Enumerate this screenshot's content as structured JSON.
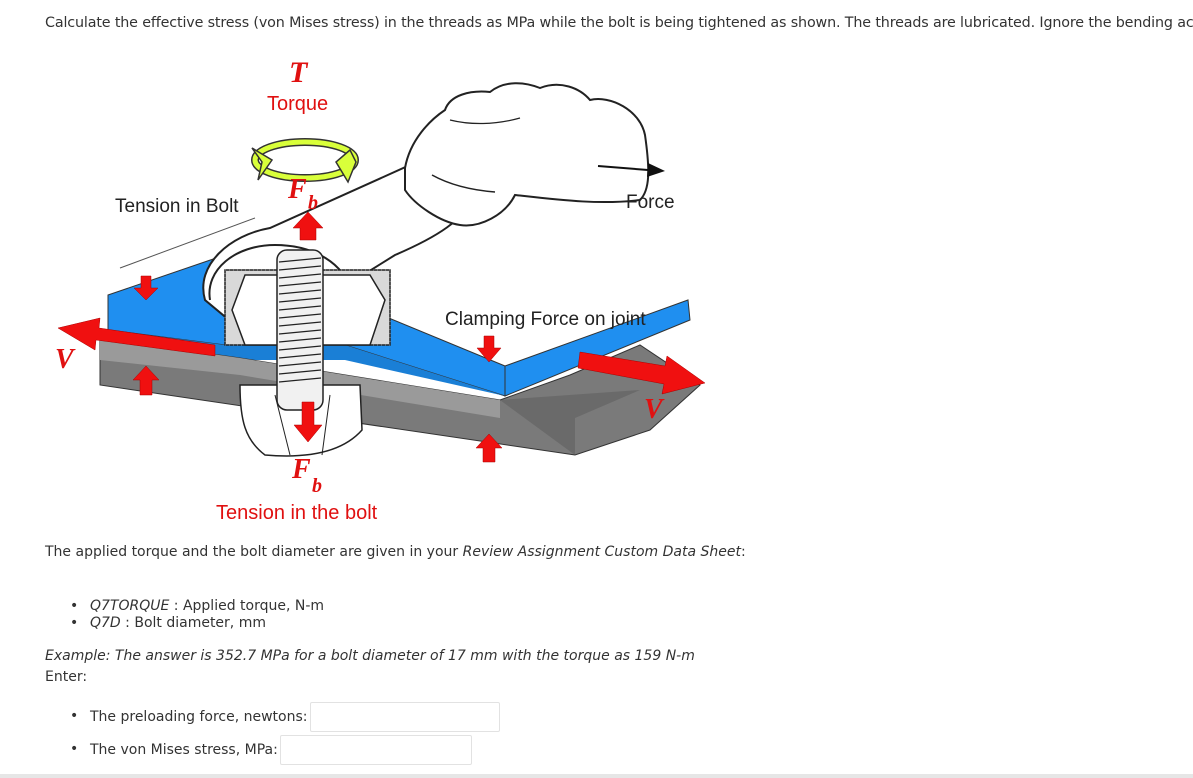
{
  "question": "Calculate the effective stress (von Mises stress) in the threads as MPa while the bolt is being tightened as shown. The threads are lubricated. Ignore the bending action.",
  "figure": {
    "torque_symbol": "T",
    "torque_label": "Torque",
    "tension_in_bolt_label": "Tension in Bolt",
    "force_label": "Force",
    "clamping_label": "Clamping Force on joint",
    "fb_letter": "F",
    "fb_sub": "b",
    "v_letter": "V",
    "tension_bottom_label": "Tension in the bolt"
  },
  "intro": {
    "before": "The applied torque and the bolt diameter are given in your ",
    "emphasis": "Review Assignment Custom Data Sheet",
    "after": ":"
  },
  "data_items": [
    {
      "name": "Q7TORQUE",
      "desc": " : Applied torque, N-m"
    },
    {
      "name": "Q7D",
      "desc": " : Bolt diameter, mm"
    }
  ],
  "example": "Example: The answer is 352.7 MPa for a bolt diameter of 17 mm with the torque as 159 N-m",
  "enter_label": "Enter:",
  "answers": {
    "preload_label": "The preloading force, newtons:",
    "preload_value": "",
    "vm_label": "The von Mises stress, MPa:",
    "vm_value": ""
  }
}
